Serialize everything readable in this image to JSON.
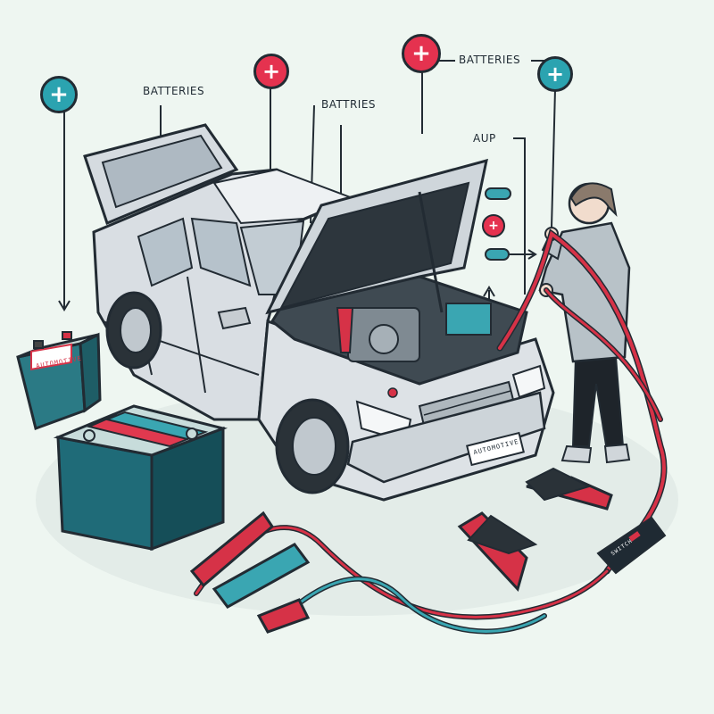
{
  "labels": {
    "batteries_left": "BATTERIES",
    "batteries_mid": "BATTRIES",
    "batteries_top": "BATTERIES",
    "aup": "AUP"
  },
  "signs": {
    "plus": "+",
    "minus": "−"
  },
  "battery_sticker": "AUTOMOTIVE",
  "plate_text": "AUTOMOTIVE",
  "booster_text": "SWITCH"
}
